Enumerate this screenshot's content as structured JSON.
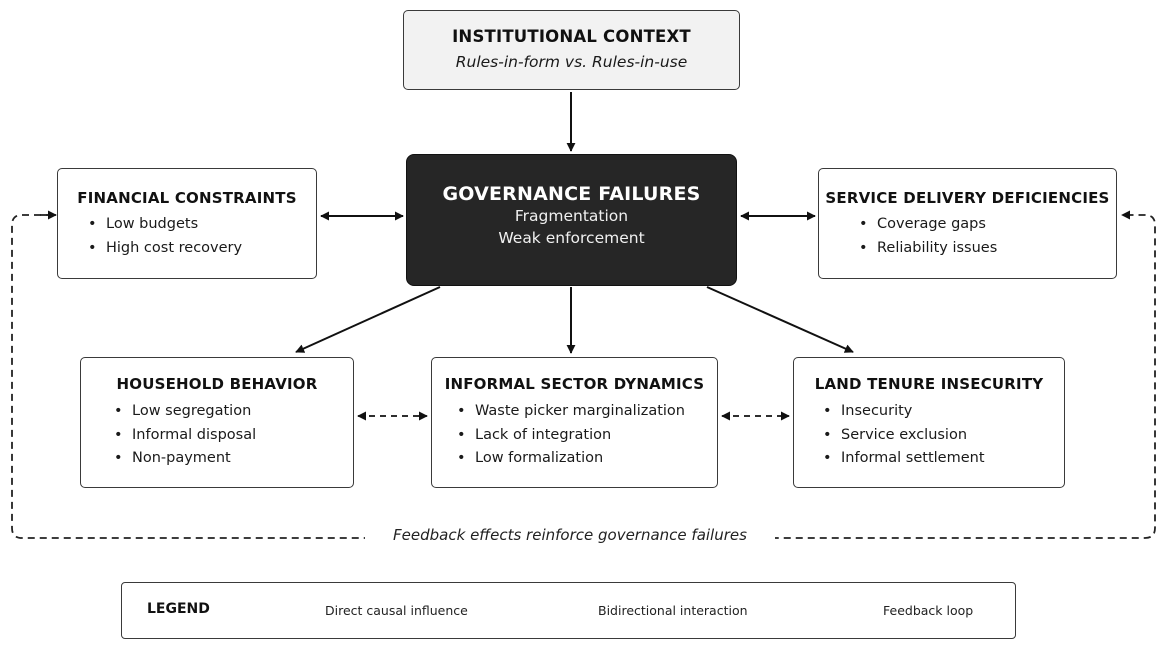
{
  "nodes": {
    "institutional_context": {
      "title": "INSTITUTIONAL CONTEXT",
      "subtitle": "Rules-in-form vs. Rules-in-use"
    },
    "governance_failures": {
      "title": "GOVERNANCE FAILURES",
      "lines": [
        "Fragmentation",
        "Weak enforcement"
      ]
    },
    "financial_constraints": {
      "title": "FINANCIAL CONSTRAINTS",
      "items": [
        "Low budgets",
        "High cost recovery"
      ]
    },
    "service_delivery": {
      "title": "SERVICE DELIVERY DEFICIENCIES",
      "items": [
        "Coverage gaps",
        "Reliability issues"
      ]
    },
    "household_behavior": {
      "title": "HOUSEHOLD BEHAVIOR",
      "items": [
        "Low segregation",
        "Informal disposal",
        "Non-payment"
      ]
    },
    "informal_sector": {
      "title": "INFORMAL SECTOR DYNAMICS",
      "items": [
        "Waste picker marginalization",
        "Lack of integration",
        "Low formalization"
      ]
    },
    "land_tenure": {
      "title": "LAND TENURE INSECURITY",
      "items": [
        "Insecurity",
        "Service exclusion",
        "Informal settlement"
      ]
    }
  },
  "edges": [
    {
      "from": "institutional_context",
      "to": "governance_failures",
      "type": "direct"
    },
    {
      "from": "governance_failures",
      "to": "household_behavior",
      "type": "direct"
    },
    {
      "from": "governance_failures",
      "to": "informal_sector",
      "type": "direct"
    },
    {
      "from": "governance_failures",
      "to": "land_tenure",
      "type": "direct"
    },
    {
      "from": "financial_constraints",
      "to": "governance_failures",
      "type": "bidirectional"
    },
    {
      "from": "governance_failures",
      "to": "service_delivery",
      "type": "bidirectional"
    },
    {
      "from": "household_behavior",
      "to": "informal_sector",
      "type": "feedback"
    },
    {
      "from": "informal_sector",
      "to": "land_tenure",
      "type": "feedback"
    },
    {
      "from": "feedback_loop",
      "to": "financial_constraints",
      "type": "feedback"
    },
    {
      "from": "feedback_loop",
      "to": "service_delivery",
      "type": "feedback"
    }
  ],
  "feedback_label": "Feedback effects reinforce governance failures",
  "legend": {
    "title": "LEGEND",
    "direct": "Direct causal influence",
    "bidirectional": "Bidirectional interaction",
    "feedback": "Feedback loop"
  }
}
